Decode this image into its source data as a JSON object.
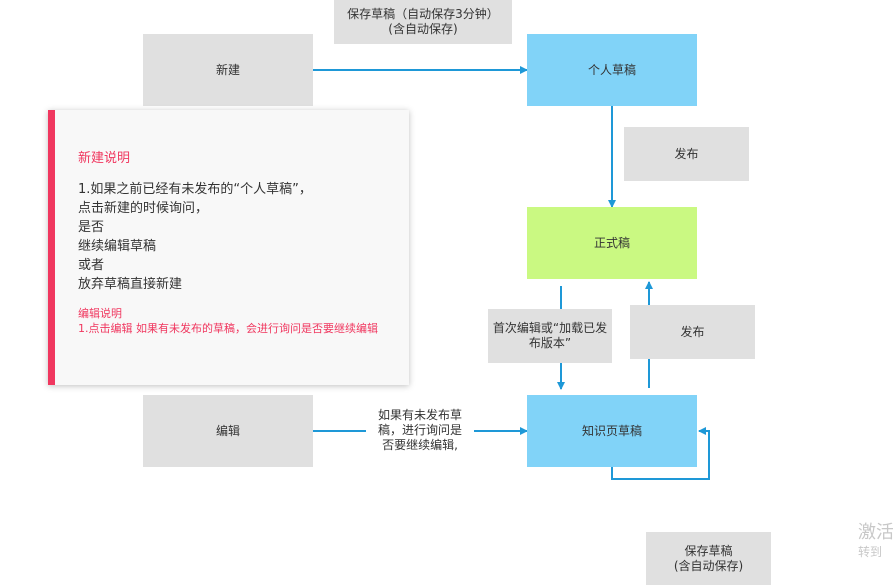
{
  "nodes": {
    "save_top": [
      "保存草稿（自动保存3分钟）",
      "(含自动保存)"
    ],
    "new": "新建",
    "personal_draft": "个人草稿",
    "publish_1": "发布",
    "official": "正式稿",
    "first_edit": [
      "首次编辑或“加载已发",
      "布版本”"
    ],
    "publish_2": "发布",
    "edit": "编辑",
    "kb_draft": "知识页草稿",
    "save_bottom": [
      "保存草稿",
      "(含自动保存)"
    ]
  },
  "edge_label": [
    "如果有未发布草",
    "稿，进行询问是",
    "否要继续编辑,"
  ],
  "note": {
    "title": "新建说明",
    "body": [
      "1.如果之前已经有未发布的“个人草稿”，",
      "点击新建的时候询问，",
      "是否",
      "继续编辑草稿",
      "或者",
      "放弃草稿直接新建"
    ],
    "edit_title": "编辑说明",
    "edit_body": "1.点击编辑 如果有未发布的草稿，会进行询问是否要继续编辑"
  },
  "watermark": [
    "激活",
    "转到"
  ],
  "colors": {
    "connector": "#1e98d7",
    "gray_node": "#e0e0e0",
    "blue_node": "#81d3f8",
    "green_node": "#caf982",
    "note_accent": "#f0375f"
  }
}
